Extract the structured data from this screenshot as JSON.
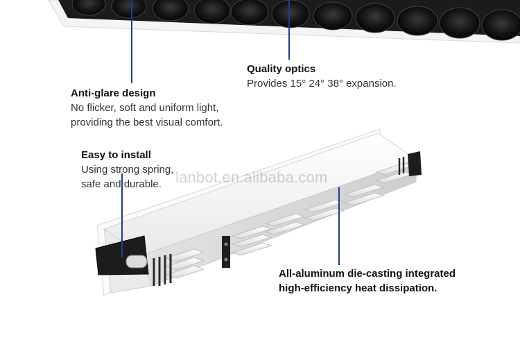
{
  "features": {
    "quality_optics": {
      "title": "Quality optics",
      "desc": "Provides 15° 24° 38° expansion."
    },
    "anti_glare": {
      "title": "Anti-glare design",
      "line1": "No flicker, soft and uniform light,",
      "line2": "providing the best visual comfort."
    },
    "easy_install": {
      "title": "Easy to install",
      "line1": "Using strong spring,",
      "line2": "safe and durable."
    },
    "aluminum": {
      "line1": "All-aluminum die-casting integrated",
      "line2": "high-efficiency heat dissipation."
    }
  },
  "watermark": "lanbot.en.alibaba.com",
  "colors": {
    "leader_line": "#1f3d8a",
    "text": "#222222",
    "housing": "#f2f2f2",
    "lens": "#1a1a1a"
  },
  "icons": [
    "spring-clip-icon",
    "lens-row",
    "heat-sink-fins"
  ]
}
